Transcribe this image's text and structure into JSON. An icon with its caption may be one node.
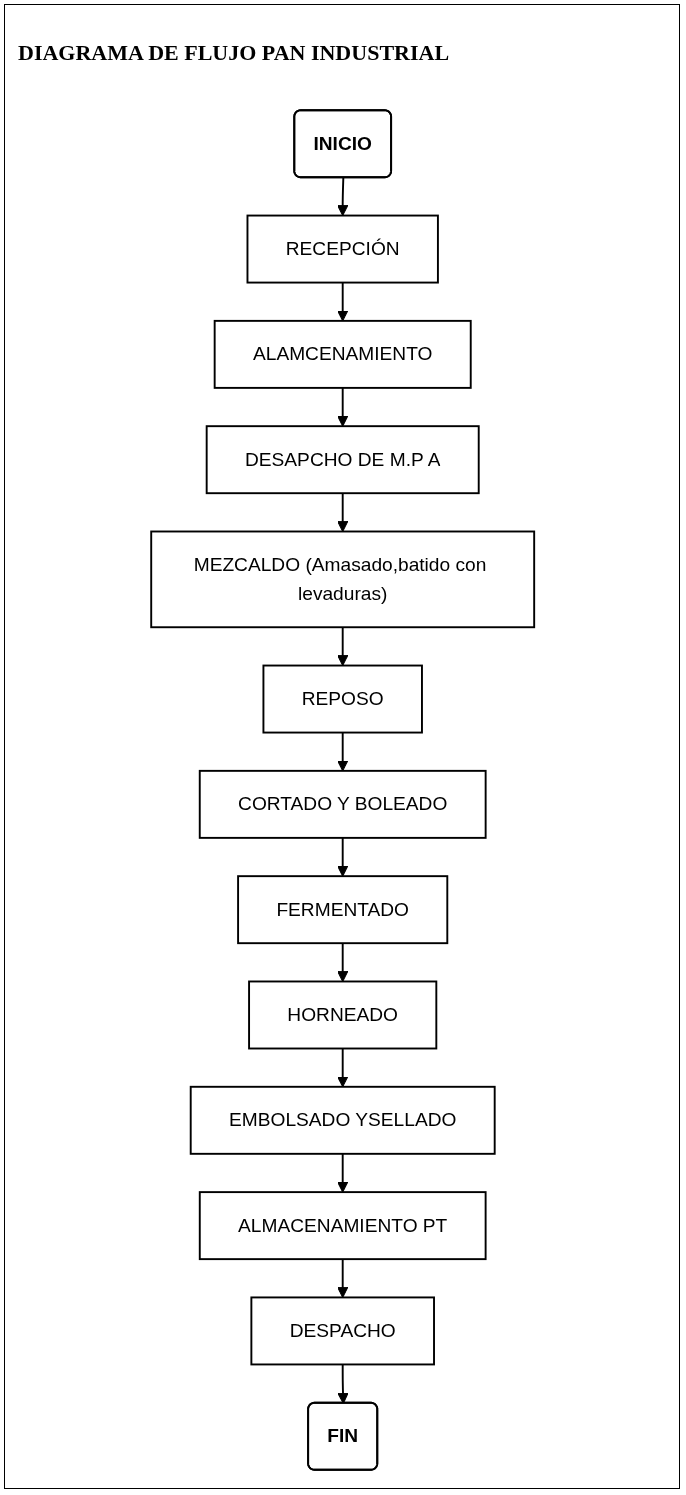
{
  "diagram": {
    "title": "DIAGRAMA DE FLUJO PAN INDUSTRIAL",
    "nodes": [
      {
        "text": [
          "INICIO"
        ]
      },
      {
        "text": [
          "RECEPCIÓN"
        ]
      },
      {
        "text": [
          "ALAMCENAMIENTO"
        ]
      },
      {
        "text": [
          "DESAPCHO DE M.P A"
        ]
      },
      {
        "text": [
          "MEZCALDO (Amasado,batido con levaduras)"
        ]
      },
      {
        "text": [
          "REPOSO"
        ]
      },
      {
        "text": [
          "CORTADO Y BOLEADO"
        ]
      },
      {
        "text": [
          "FERMENTADO"
        ]
      },
      {
        "text": [
          "HORNEADO"
        ]
      },
      {
        "text": [
          "EMBOLSADO YSELLADO"
        ]
      },
      {
        "text": [
          "ALMACENAMIENTO PT"
        ]
      },
      {
        "text": [
          "DESPACHO"
        ]
      },
      {
        "text": [
          "FIN"
        ]
      }
    ],
    "edges": [
      {
        "from": 0,
        "to": 1,
        "arrow": "to"
      },
      {
        "from": 1,
        "to": 2,
        "arrow": "to"
      },
      {
        "from": 2,
        "to": 3,
        "arrow": "to"
      },
      {
        "from": 3,
        "to": 4,
        "arrow": "to"
      },
      {
        "from": 4,
        "to": 5,
        "arrow": "to"
      },
      {
        "from": 5,
        "to": 6,
        "arrow": "to"
      },
      {
        "from": 6,
        "to": 7,
        "arrow": "to"
      },
      {
        "from": 7,
        "to": 8,
        "arrow": "to"
      },
      {
        "from": 8,
        "to": 9,
        "arrow": "to"
      },
      {
        "from": 9,
        "to": 10,
        "arrow": "to"
      },
      {
        "from": 10,
        "to": 11,
        "arrow": "to"
      },
      {
        "from": 11,
        "to": 12,
        "arrow": "to"
      }
    ]
  }
}
